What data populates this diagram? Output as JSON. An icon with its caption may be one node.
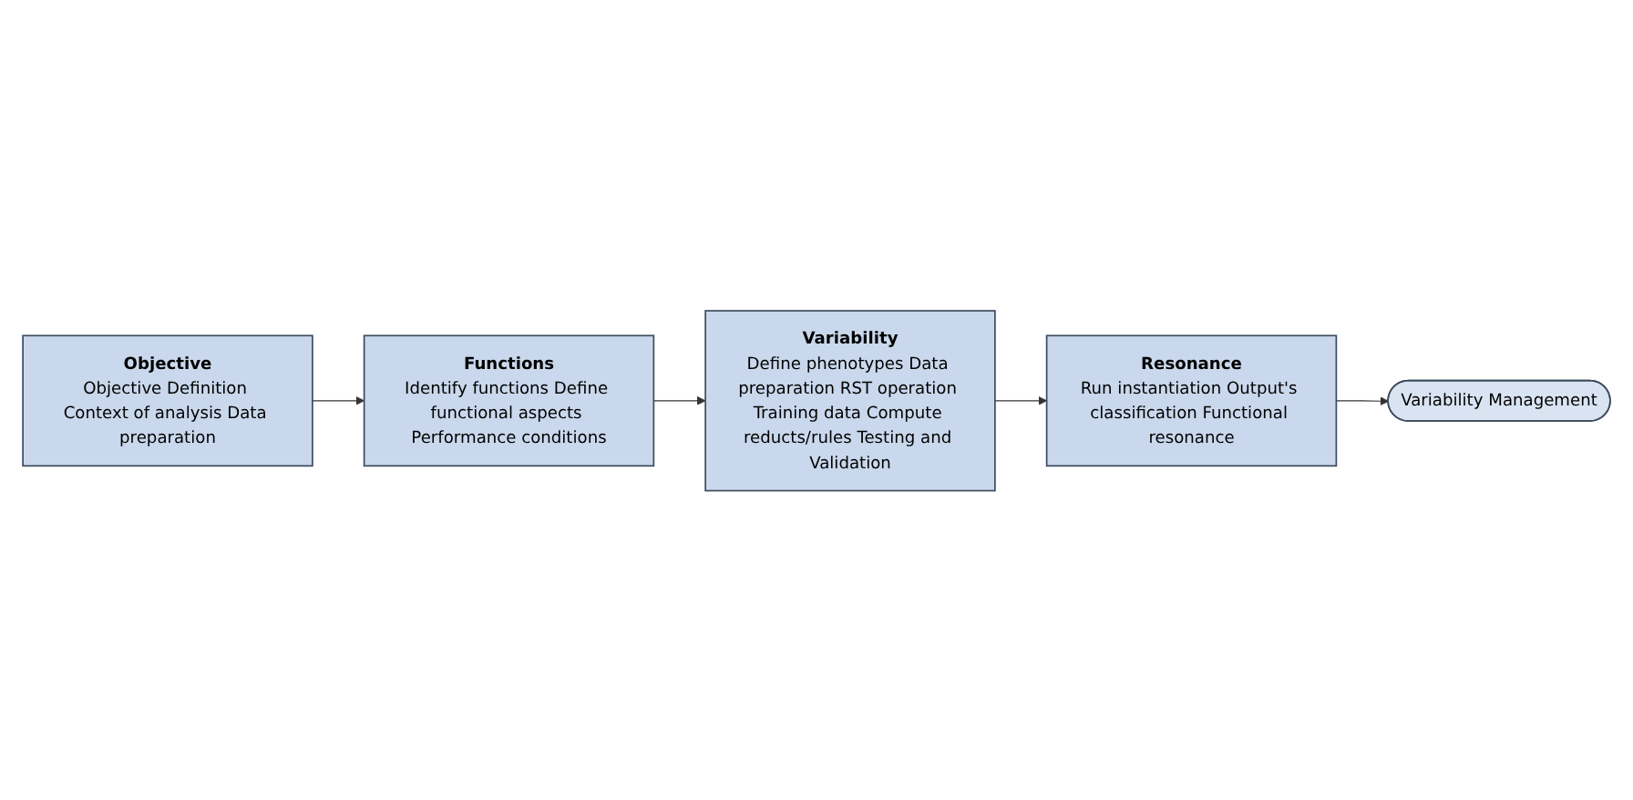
{
  "diagram": {
    "nodes": [
      {
        "text": [
          "Objective",
          "Objective Definition Context of analysis Data preparation"
        ]
      },
      {
        "text": [
          "Functions",
          "Identify functions Define functional aspects Performance conditions"
        ]
      },
      {
        "text": [
          "Variability",
          "Define phenotypes Data preparation RST operation Training data Compute reducts/rules Testing and Validation"
        ]
      },
      {
        "text": [
          "Resonance",
          "Run instantiation Output's classification Functional resonance"
        ]
      },
      {
        "text": [
          "Variability Management"
        ]
      }
    ],
    "edges": [
      {
        "from": 0,
        "to": 1,
        "arrow": "to"
      },
      {
        "from": 1,
        "to": 2,
        "arrow": "to"
      },
      {
        "from": 2,
        "to": 3,
        "arrow": "to"
      },
      {
        "from": 3,
        "to": 4,
        "arrow": "to"
      }
    ]
  }
}
